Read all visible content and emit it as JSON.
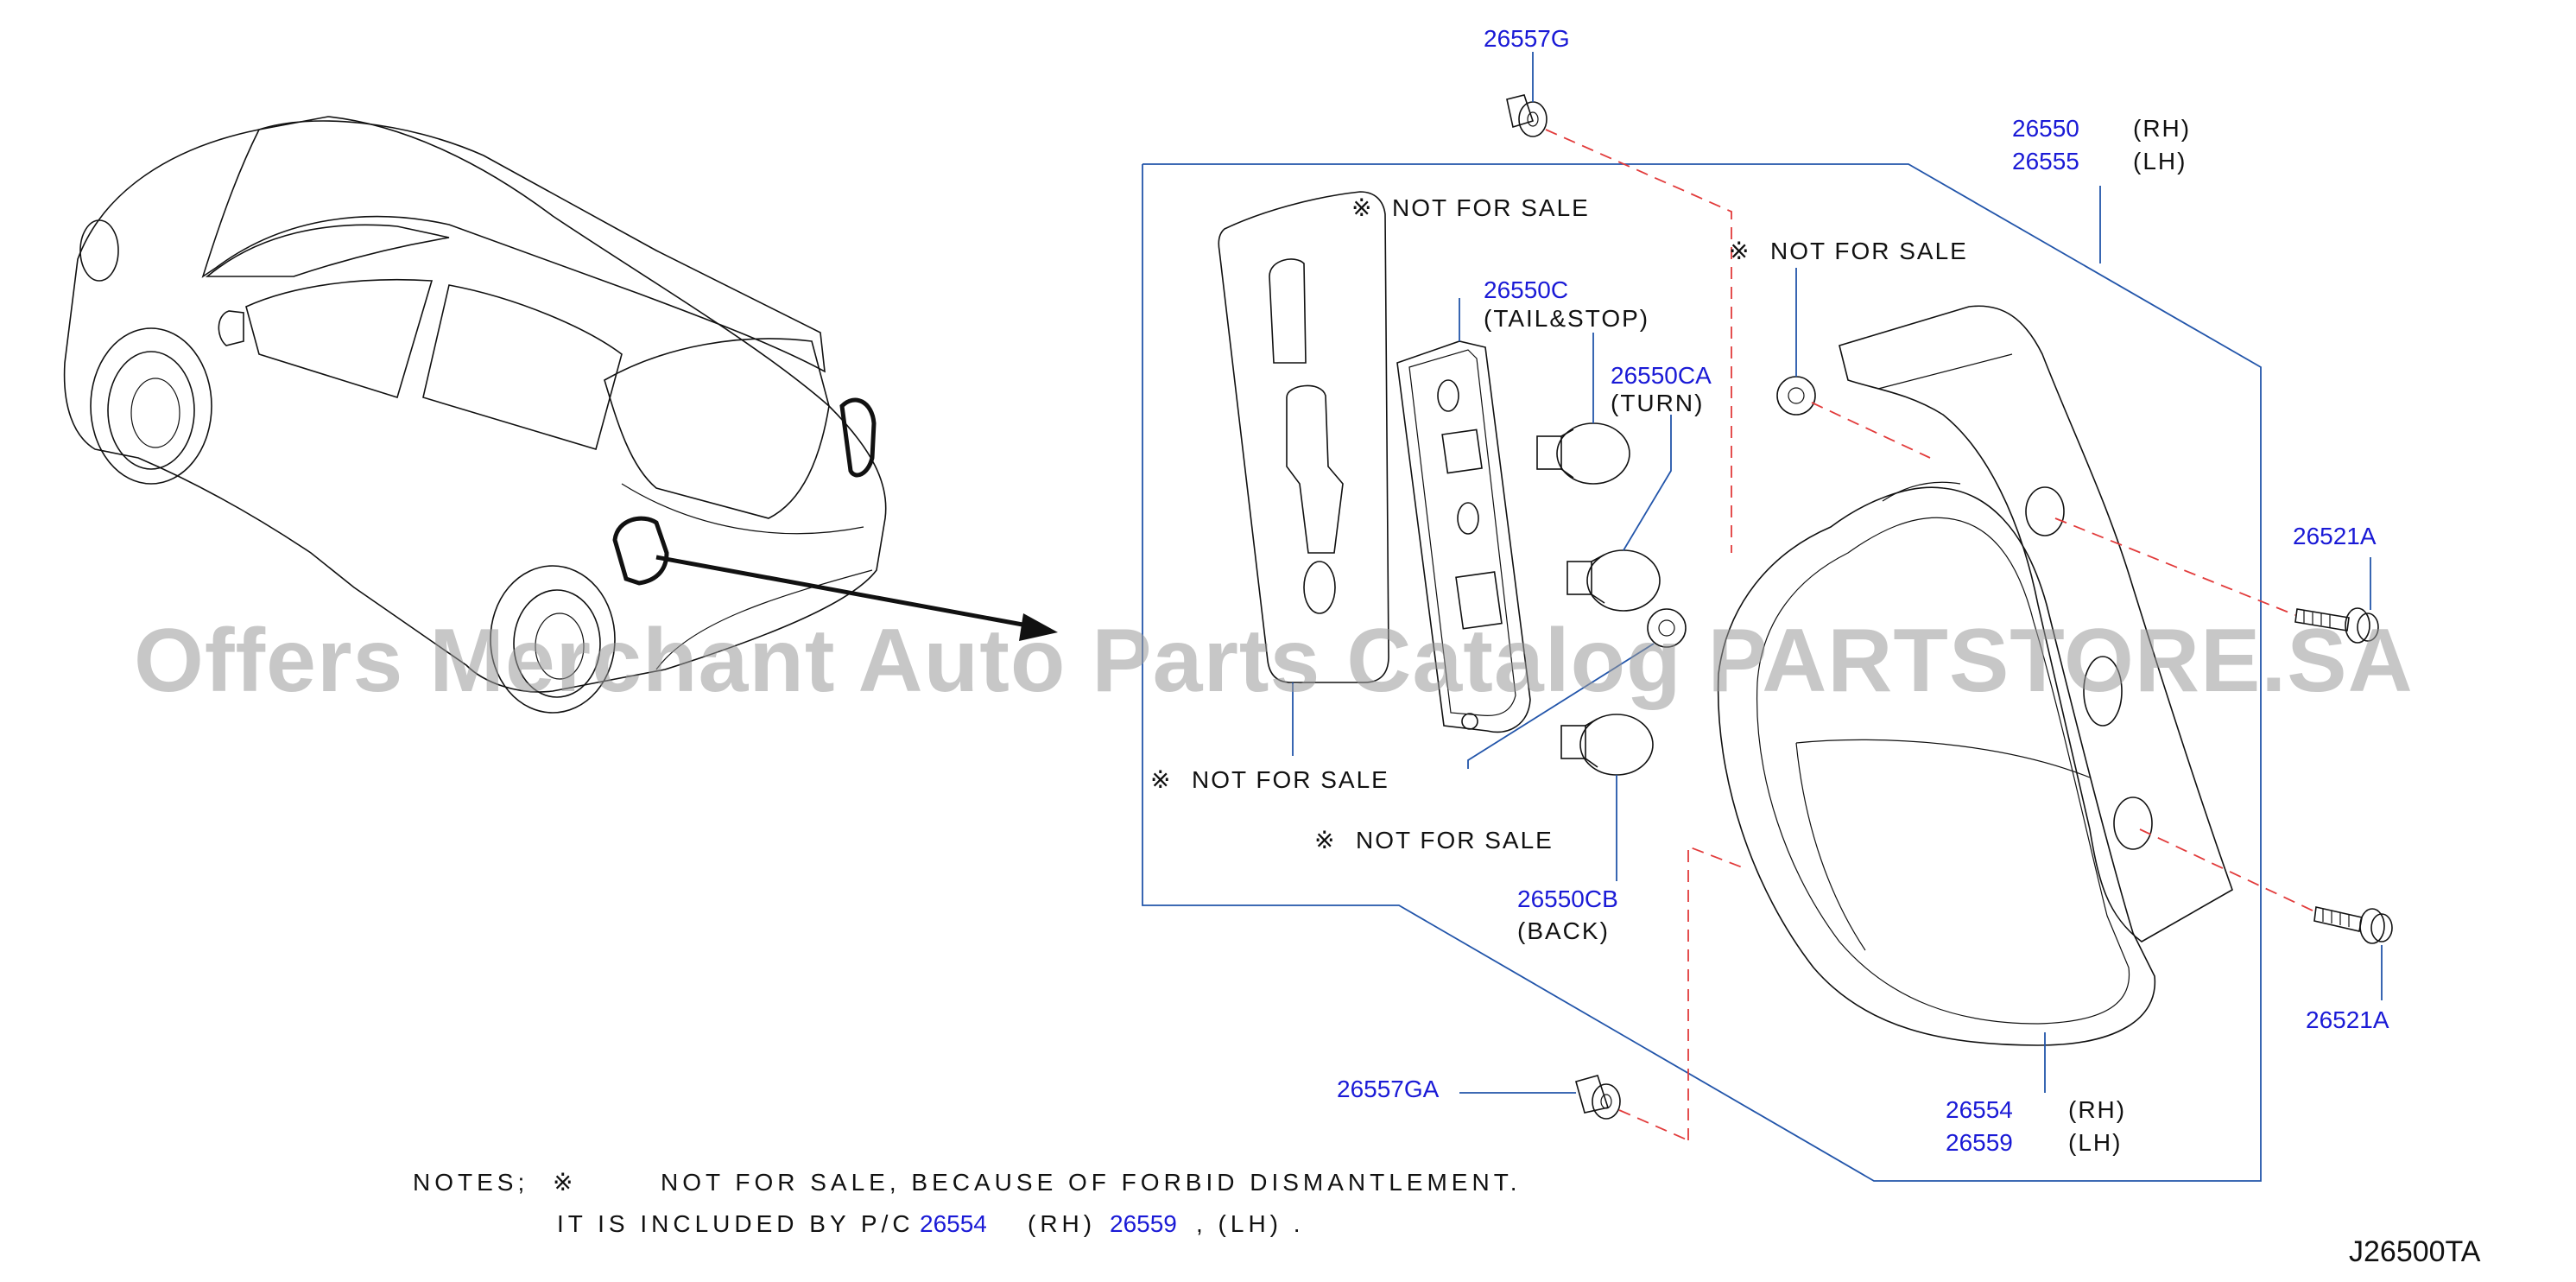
{
  "diagram_code": "J26500TA",
  "watermark": "Offers Merchant Auto Parts Catalog PARTSTORE.SA",
  "symbol": "※",
  "not_for_sale_text": "NOT   FOR   SALE",
  "parts": {
    "p26557G": "26557G",
    "p26550": "26550",
    "p26550_side": "(RH)",
    "p26555": "26555",
    "p26555_side": "(LH)",
    "p26550C": "26550C",
    "p26550C_desc": "(TAIL&STOP)",
    "p26550CA": "26550CA",
    "p26550CA_desc": "(TURN)",
    "p26521A_top": "26521A",
    "p26521A_bottom": "26521A",
    "p26550CB": "26550CB",
    "p26550CB_desc": "(BACK)",
    "p26557GA": "26557GA",
    "p26554": "26554",
    "p26554_side": "(RH)",
    "p26559": "26559",
    "p26559_side": "(LH)"
  },
  "notes": {
    "prefix": "NOTES;",
    "line1": "NOT  FOR  SALE,  BECAUSE  OF  FORBID  DISMANTLEMENT.",
    "line2_prefix": "IT  IS  INCLUDED  BY  P/C",
    "ref1": "26554",
    "ref1_side": "(RH)",
    "ref2": "26559",
    "ref2_side": ",  (LH)  ."
  },
  "colors": {
    "part_number": "#1a1ad6",
    "leader": "#2255aa",
    "dashed_guide": "#e23b3b"
  }
}
